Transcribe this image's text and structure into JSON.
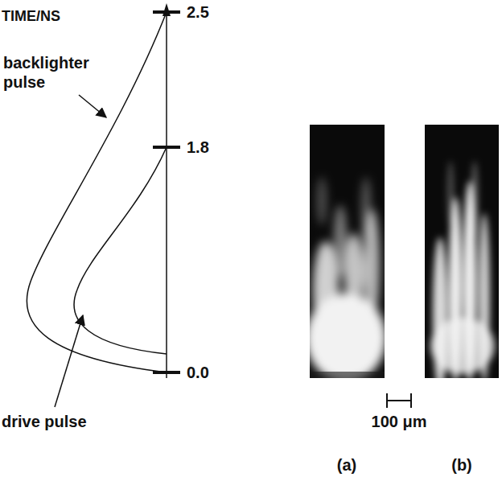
{
  "diagram": {
    "labels": [
      "TIME/NS",
      "2.5",
      "1.8",
      "0.0",
      "backlighter pulse",
      "drive pulse",
      "100 μm",
      "(a)",
      "(b)"
    ]
  }
}
